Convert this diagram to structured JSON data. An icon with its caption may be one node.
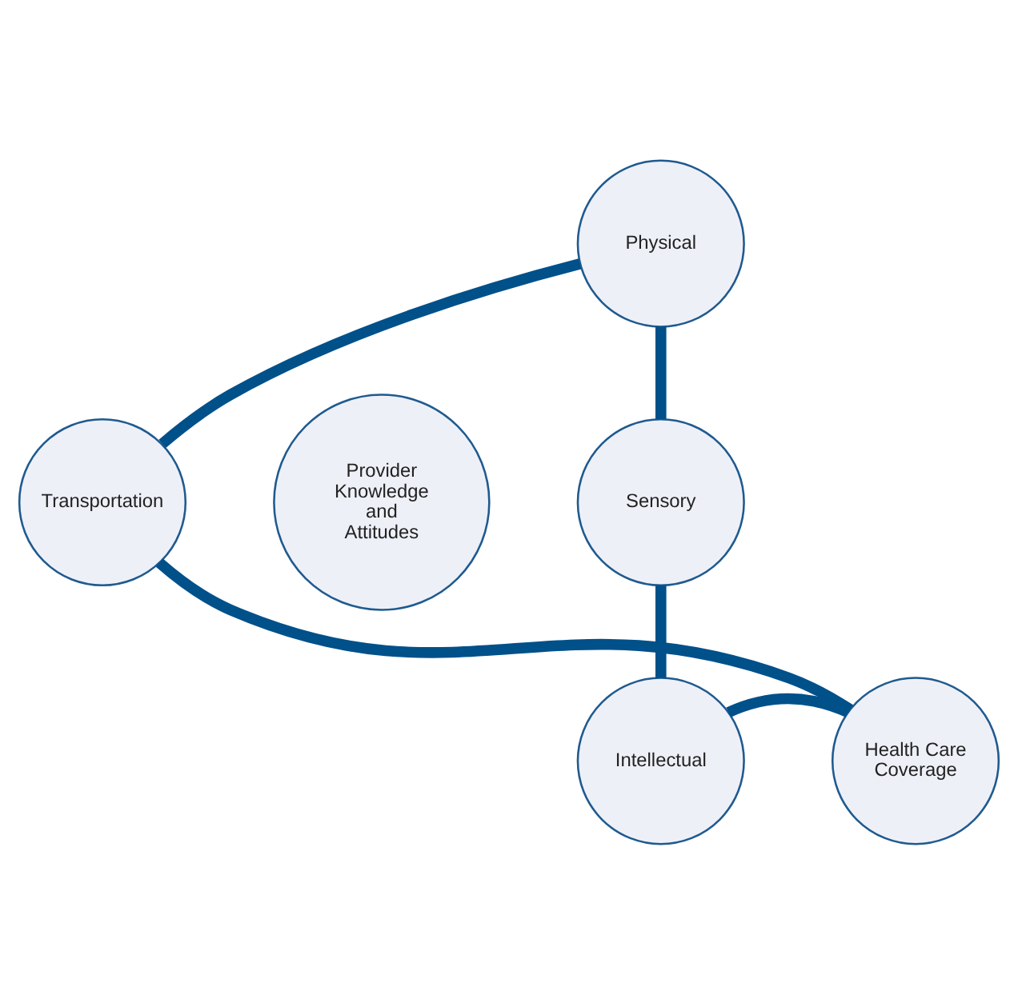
{
  "diagram": {
    "nodes": [
      {
        "text": [
          "Physical"
        ]
      },
      {
        "text": [
          "Transportation"
        ]
      },
      {
        "text": [
          "Provider Knowledge and Attitudes"
        ]
      },
      {
        "text": [
          "Sensory"
        ]
      },
      {
        "text": [
          "Health Care Coverage"
        ]
      },
      {
        "text": [
          "Intellectual"
        ]
      }
    ],
    "edges": [
      {
        "from": 0,
        "to": 3,
        "arrow": "none"
      },
      {
        "from": 3,
        "to": 5,
        "arrow": "none"
      },
      {
        "from": 5,
        "to": 4,
        "arrow": "none"
      },
      {
        "from": 4,
        "to": 1,
        "arrow": "none"
      },
      {
        "from": 1,
        "to": 0,
        "arrow": "none"
      }
    ]
  }
}
